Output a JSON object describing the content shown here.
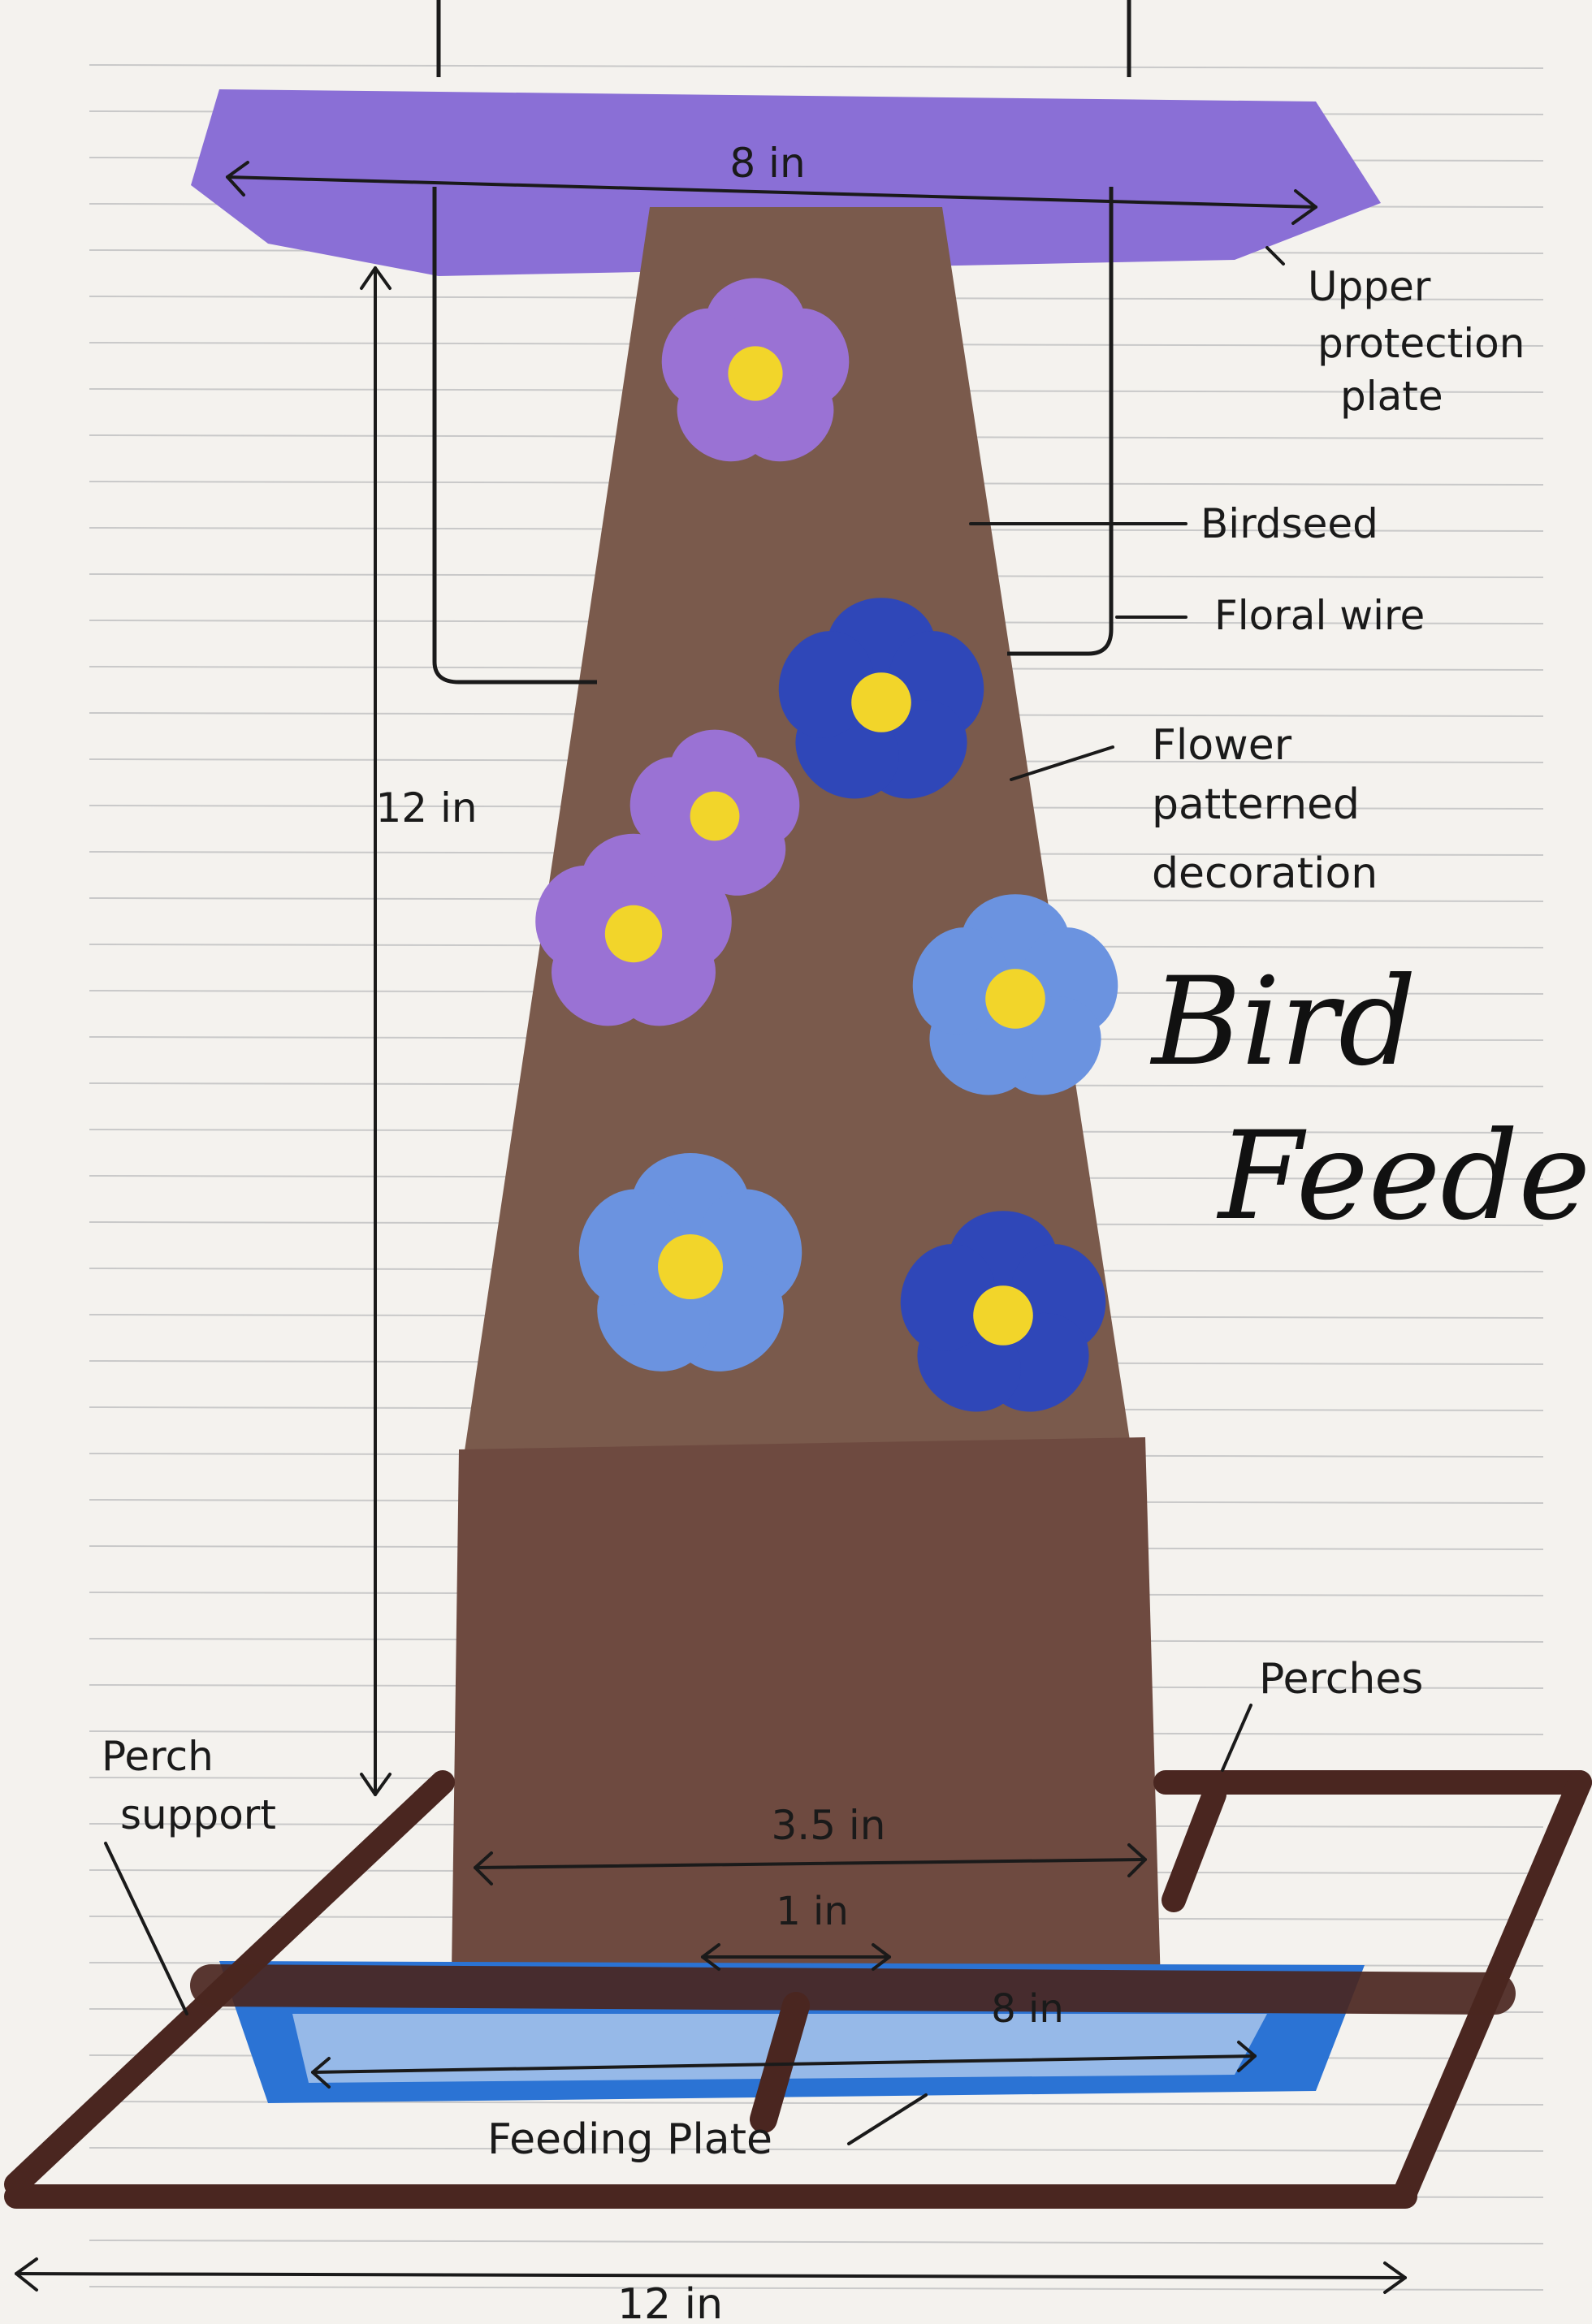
{
  "diagram": {
    "title_line1": "Bird",
    "title_line2": "Feeder",
    "labels": {
      "upper_plate_1": "Upper",
      "upper_plate_2": "protection",
      "upper_plate_3": "plate",
      "birdseed": "Birdseed",
      "floral_wire": "Floral wire",
      "decoration_1": "Flower",
      "decoration_2": "patterned",
      "decoration_3": "decoration",
      "perches": "Perches",
      "perch_support_1": "Perch",
      "perch_support_2": "support",
      "feeding_plate": "Feeding Plate"
    },
    "dimensions": {
      "top_plate_width": "8 in",
      "height": "12 in",
      "base_width": "3.5 in",
      "perch_width": "1 in",
      "feeding_plate_width": "8 in",
      "total_width": "12 in"
    },
    "colors": {
      "paper": "#f4f2ee",
      "ruled_line": "#c9c9c9",
      "plate_purple": "#8a6fd6",
      "body_brown": "#7a5a4c",
      "base_brown": "#6e4a40",
      "perch_brown": "#4a2620",
      "feeding_blue": "#2b73d4",
      "flower_purple": "#9a72d4",
      "flower_navy": "#2f47b8",
      "flower_sky": "#6b93e0",
      "flower_center": "#f2d52a",
      "ink": "#1a1a1a"
    }
  }
}
